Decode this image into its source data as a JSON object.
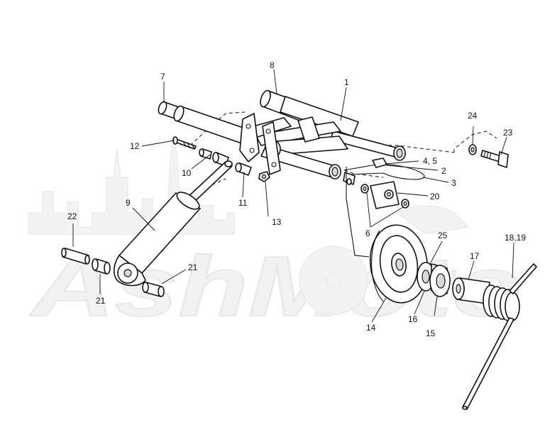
{
  "watermark": {
    "text": "AshMoto"
  },
  "callouts": {
    "c1": "1",
    "c2": "2",
    "c3": "3",
    "c4_5": "4, 5",
    "c6": "6",
    "c7": "7",
    "c8": "8",
    "c9": "9",
    "c10": "10",
    "c11": "11",
    "c12": "12",
    "c13": "13",
    "c14": "14",
    "c15": "15",
    "c16": "16",
    "c17": "17",
    "c18_19": "18,19",
    "c20": "20",
    "c21a": "21",
    "c21b": "21",
    "c22": "22",
    "c23": "23",
    "c24": "24",
    "c25": "25"
  },
  "colors": {
    "line": "#111111",
    "watermark": "#eeeeee",
    "background": "#ffffff"
  }
}
